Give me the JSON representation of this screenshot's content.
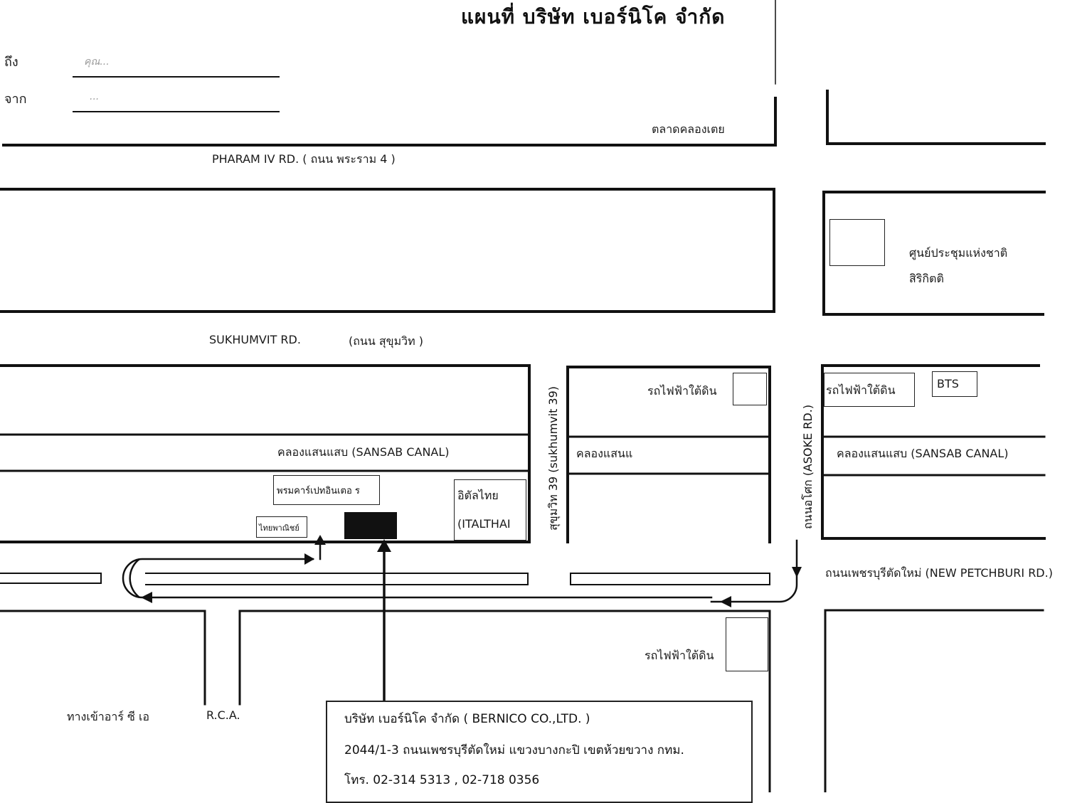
{
  "title": "แผนที่  บริษัท เบอร์นิโค จำกัด",
  "form": {
    "to_label": "ถึง",
    "to_value": "คุณ...",
    "from_label": "จาก",
    "from_value": "..."
  },
  "roads": {
    "rama4": "PHARAM IV RD.  ( ถนน พระราม 4 )",
    "sukhumvit": "SUKHUMVIT RD.",
    "sukhumvit_th": "(ถนน สุขุมวิท )",
    "soi39": "สุขุมวิท 39 (sukhumvit 39)",
    "asoke": "ถนนอโศก (ASOKE RD.)",
    "petchburi": "ถนนเพชรบุรีตัดใหม่  (NEW PETCHBURI RD.)",
    "canal_left": "คลองแสนแสบ (SANSAB CANAL)",
    "canal_mid": "คลองแสนแ",
    "canal_right": "คลองแสนแสบ (SANSAB CANAL)",
    "rca_entrance": "ทางเข้าอาร์ ซี เอ",
    "rca": "R.C.A."
  },
  "places": {
    "khlongtoei_market": "ตลาดคลองเตย",
    "qsncc_line1": "ศูนย์ประชุมแห่งชาติ",
    "qsncc_line2": "สิริกิตติ",
    "mrt1": "รถไฟฟ้าใต้ดิน",
    "mrt2": "รถไฟฟ้าใต้ดิน",
    "mrt3": "รถไฟฟ้าใต้ดิน",
    "bts": "BTS",
    "prommart": "พรมคาร์เปทอินเตอ ร",
    "thaipanit": "ไทยพาณิชย์",
    "italthai_th": "อิตัลไทย",
    "italthai_en": "(ITALTHAI"
  },
  "company": {
    "name": "บริษัท เบอร์นิโค จำกัด  ( BERNICO  CO.,LTD. )",
    "address": "2044/1-3  ถนนเพชรบุรีตัดใหม่ แขวงบางกะปิ เขตห้วยขวาง กทม.",
    "phone": "โทร. 02-314 5313 , 02-718 0356"
  }
}
